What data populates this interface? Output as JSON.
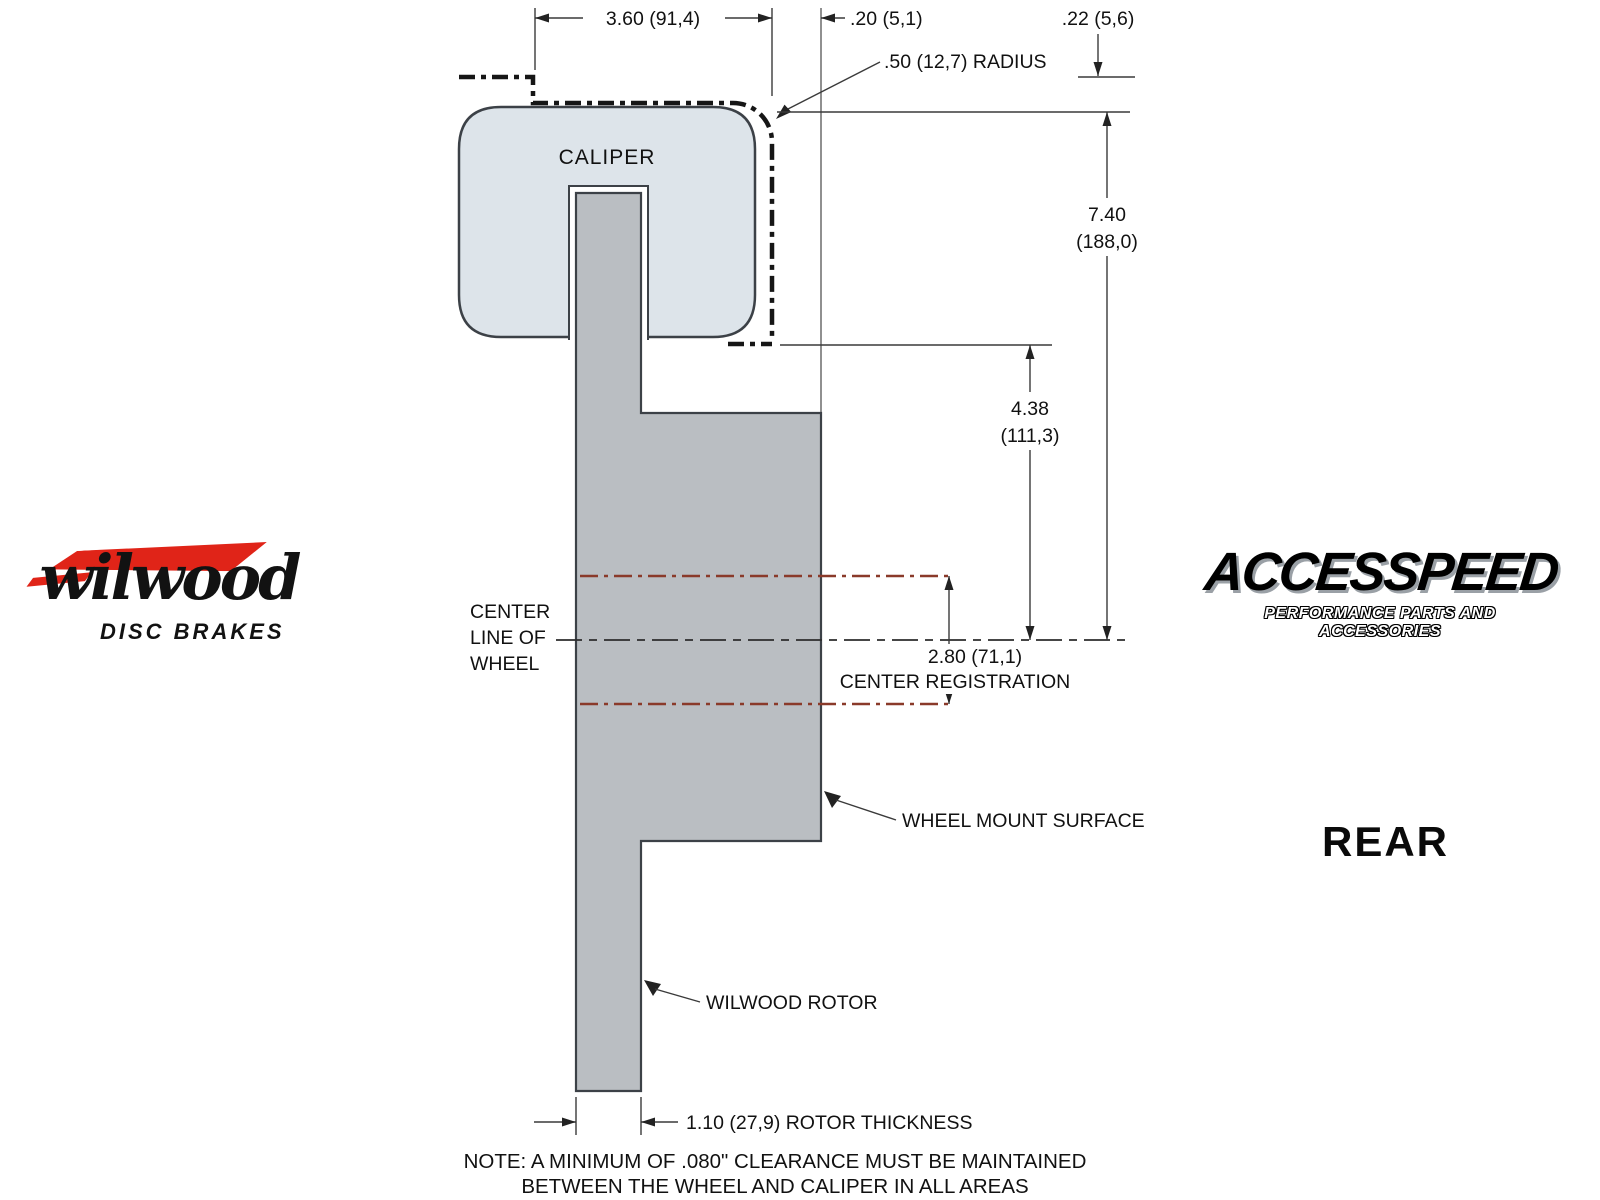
{
  "colors": {
    "caliper_fill": "#dde4ea",
    "rotor_fill": "#babec2",
    "outline": "#3c4147",
    "dimension_line": "#3a3a3a",
    "phantom_line": "#8a3a2a",
    "logo_red": "#e02418"
  },
  "diagram": {
    "caliper_label": "CALIPER",
    "center_line_label": [
      "CENTER",
      "LINE OF",
      "WHEEL"
    ]
  },
  "dimensions": {
    "caliper_width": "3.60 (91,4)",
    "caliper_to_mount": ".20 (5,1)",
    "top_clearance": ".22 (5,6)",
    "corner_radius": ".50 (12,7) RADIUS",
    "overall_height": {
      "value": "7.40",
      "metric": "(188,0)"
    },
    "mount_to_center": {
      "value": "4.38",
      "metric": "(111,3)"
    },
    "center_registration": {
      "value": "2.80 (71,1)",
      "label": "CENTER REGISTRATION"
    },
    "rotor_thickness": "1.10 (27,9) ROTOR THICKNESS"
  },
  "callouts": {
    "wheel_mount_surface": "WHEEL MOUNT SURFACE",
    "wilwood_rotor": "WILWOOD ROTOR"
  },
  "note": {
    "line1": "NOTE: A MINIMUM OF .080\" CLEARANCE MUST BE MAINTAINED",
    "line2": "BETWEEN THE WHEEL AND CALIPER IN ALL AREAS"
  },
  "branding": {
    "wilwood": {
      "name": "wilwood",
      "tagline": "DISC BRAKES"
    },
    "accesspeed": {
      "name": "ACCESSPEED",
      "tagline": "PERFORMANCE PARTS AND ACCESSORIES"
    },
    "view_label": "REAR"
  }
}
